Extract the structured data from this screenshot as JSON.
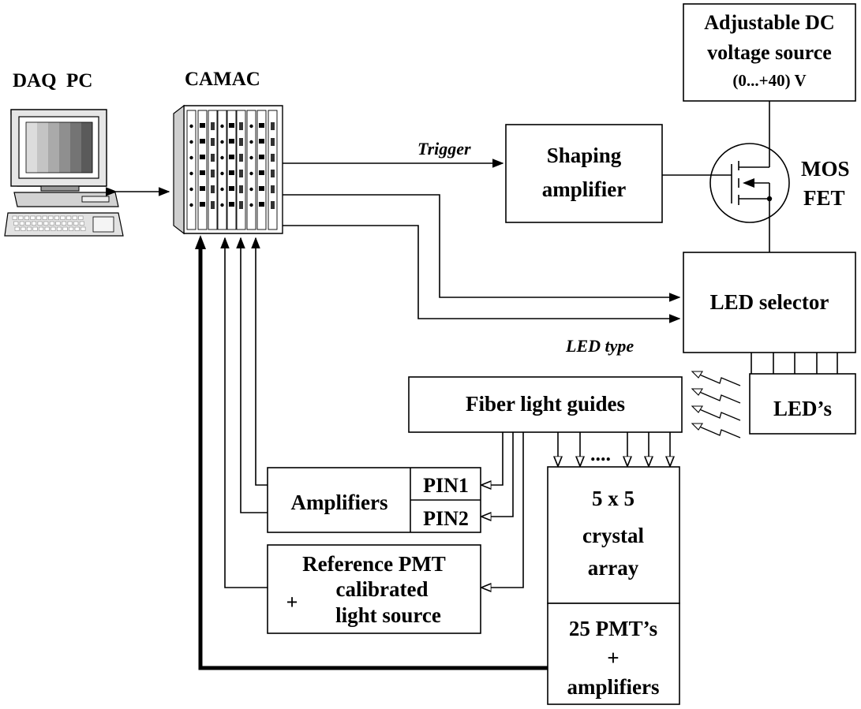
{
  "labels": {
    "daq_pc": "DAQ  PC",
    "camac": "CAMAC",
    "trigger": "Trigger",
    "led_type": "LED type",
    "mos": "MOS",
    "fet": "FET",
    "dots": "...."
  },
  "boxes": {
    "dc_source": [
      "Adjustable DC",
      "voltage source",
      "(0...+40) V"
    ],
    "shaping_amp": [
      "Shaping",
      "amplifier"
    ],
    "led_selector": "LED selector",
    "leds": "LED’s",
    "fiber_guides": "Fiber light guides",
    "amplifiers": "Amplifiers",
    "pin1": "PIN1",
    "pin2": "PIN2",
    "reference_pmt": [
      "Reference PMT",
      "calibrated",
      "light source"
    ],
    "reference_plus": "+",
    "crystal_array": [
      "5 x 5",
      "crystal",
      "array"
    ],
    "pmts": [
      "25 PMT’s",
      "+",
      "amplifiers"
    ]
  },
  "colors": {
    "line": "#000000",
    "background": "#ffffff",
    "monitor_screen": [
      "#dcdcdc",
      "#c4c4c4",
      "#aaaaaa",
      "#8f8f8f",
      "#747474",
      "#5a5a5a"
    ]
  }
}
